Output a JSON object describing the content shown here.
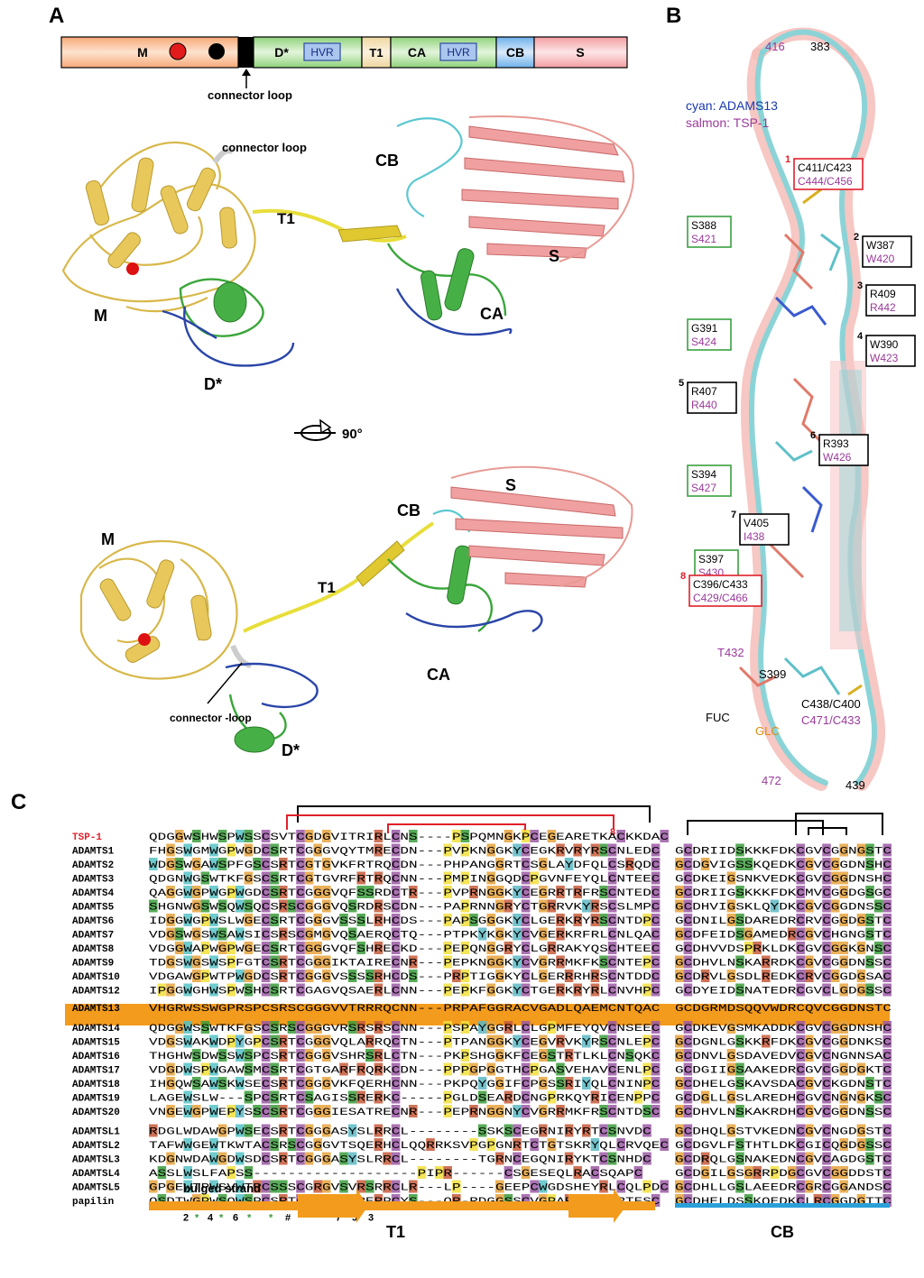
{
  "panels": {
    "a": "A",
    "b": "B",
    "c": "C"
  },
  "domain_bar": {
    "segments": [
      {
        "label": "M",
        "color": "#f7a877"
      },
      {
        "label": "D*",
        "color": "#a6dd8f"
      },
      {
        "label": "HVR",
        "color": "#aac6ee"
      },
      {
        "label": "T1",
        "color": "#f4e3b4"
      },
      {
        "label": "CA",
        "color": "#a6dd8f"
      },
      {
        "label": "HVR",
        "color": "#aac6ee"
      },
      {
        "label": "CB",
        "color": "#8fc1ee"
      },
      {
        "label": "S",
        "color": "#f4aeb0"
      }
    ],
    "connector_label": "connector loop"
  },
  "structure_top": {
    "labels": {
      "connector": "connector loop",
      "t1": "T1",
      "cb": "CB",
      "s": "S",
      "m": "M",
      "ca": "CA",
      "d": "D*"
    }
  },
  "rotation": {
    "label": "90°"
  },
  "structure_bottom": {
    "labels": {
      "m": "M",
      "t1": "T1",
      "cb": "CB",
      "s": "S",
      "ca": "CA",
      "connector": "connector -loop",
      "d": "D*"
    }
  },
  "panel_b": {
    "legend": {
      "cyan": "cyan: ADAMS13",
      "salmon": "salmon: TSP-1"
    },
    "residue_numbers": {
      "n416": "416",
      "n383": "383",
      "n472": "472",
      "n439": "439"
    },
    "boxes": [
      {
        "num": "1",
        "top": "C411/C423",
        "bottom": "C444/C456",
        "color": "red"
      },
      {
        "num": "",
        "top": "S388",
        "bottom": "S421",
        "color": "green"
      },
      {
        "num": "2",
        "top": "W387",
        "bottom": "W420",
        "color": "black"
      },
      {
        "num": "3",
        "top": "R409",
        "bottom": "R442",
        "color": "black"
      },
      {
        "num": "",
        "top": "G391",
        "bottom": "S424",
        "color": "green"
      },
      {
        "num": "4",
        "top": "W390",
        "bottom": "W423",
        "color": "black"
      },
      {
        "num": "5",
        "top": "R407",
        "bottom": "R440",
        "color": "black"
      },
      {
        "num": "6",
        "top": "R393",
        "bottom": "W426",
        "color": "black"
      },
      {
        "num": "",
        "top": "S394",
        "bottom": "S427",
        "color": "green"
      },
      {
        "num": "7",
        "top": "V405",
        "bottom": "I438",
        "color": "black"
      },
      {
        "num": "",
        "top": "S397",
        "bottom": "S430",
        "color": "green"
      },
      {
        "num": "8",
        "top": "C396/C433",
        "bottom": "C429/C466",
        "color": "red"
      }
    ],
    "free_labels": {
      "t432": "T432",
      "s399": "S399",
      "c438": "C438/C400",
      "c471": "C471/C433",
      "fuc": "FUC",
      "glc": "GLC"
    }
  },
  "alignment": {
    "rows": [
      {
        "name": "TSP-1",
        "t1": "QDGGWSHWSPWSSCSVTCGDGVITRIRLCNS----PSPQMNGKPCEGEARETKACKKDAC",
        "cb": ""
      },
      {
        "name": "ADAMTS1",
        "t1": "FHGSWGMWGPWGDCSRTCGGGVQYTMRECDN---PVPKNGGKYCEGKRVRYRSCNLEDC",
        "cb": "GCDRIIDSKKKFDKCGVCGGNGSTC"
      },
      {
        "name": "ADAMTS2",
        "t1": "WDGSWGAWSPFGSCSRTCGTGVKFRTRQCDN---PHPANGGRTCSGLAYDFQLCSRQDC",
        "cb": "GCDGVIGSSKQEDKCGVCGGDNSHC"
      },
      {
        "name": "ADAMTS3",
        "t1": "QDGNWGSWTKFGSCSRTCGTGVRFRTRQCNN---PMPINGGQDCPGVNFEYQLCNTEEC",
        "cb": "GCDKEIGSNKVEDKCGVCGGDNSHC"
      },
      {
        "name": "ADAMTS4",
        "t1": "QAGGWGPWGPWGDCSRTCGGGVQFSSRDCTR---PVPRNGGKYCEGRRTRFRSCNTEDC",
        "cb": "GCDRIIGSKKKFDKCMVCGGDGSGC"
      },
      {
        "name": "ADAMTS5",
        "t1": "SHGNWGSWSQWSQCSRSCGGGVQSRDRSCDN---PAPRNNGRYCTGRRVKYRSCSLMPC",
        "cb": "GCDHVIGSKLQYDKCGVCGGDNSSC"
      },
      {
        "name": "ADAMTS6",
        "t1": "IDGGWGPWSLWGECSRTCGGGVSSSLRHCDS---PAPSGGGKYCLGERKRYRSCNTDPC",
        "cb": "GCDNILGSDAREDRCRVCGGDGSTC"
      },
      {
        "name": "ADAMTS7",
        "t1": "VDGSWGSWSAWSICSRSCGMGVQSAERQCTQ---PTPKYKGKYCVGERKRFRLCNLQAC",
        "cb": "GCDFEIDSGAMEDRCGVCHGNGSTC"
      },
      {
        "name": "ADAMTS8",
        "t1": "VDGGWAPWGPWGECSRTCGGGVQFSHRECKD---PEPQNGGRYCLGRRAKYQSCHTEEC",
        "cb": "GCDHVVDSPRKLDKCGVCGGKGNSC"
      },
      {
        "name": "ADAMTS9",
        "t1": "TDGSWGSWSPFGTCSRTCGGGIKTAIRECNR---PEPKNGGKYCVGRRMKFKSCNTEPC",
        "cb": "GCDHVLNSKARRDKCGVCGGDNSSC"
      },
      {
        "name": "ADAMTS10",
        "t1": "VDGAWGPWTPWGDCSRTCGGGVSSSSRHCDS---PRPTIGGKYCLGERRRHRSCNTDDC",
        "cb": "GCDRVLGSDLREDKCRVCGGDGSAC"
      },
      {
        "name": "ADAMTS12",
        "t1": "IPGGWGHWSPWSHCSRTCGAGVQSAERLCNN---PEPKFGGKYCTGERKRYRLCNVHPC",
        "cb": "GCDYEIDSNATEDRCGVCLGDGSSC"
      },
      {
        "name": "ADAMTS13",
        "t1": "VHGRWSSWGPRSPCSRSCGGGVVTRRRQCNN---PRPAFGGRACVGADLQAEMCNTQAC",
        "cb": "GCDGRMDSQQVWDRCQVCGGDNSTC",
        "highlight": true
      },
      {
        "name": "ADAMTS14",
        "t1": "QDGGWSSWTKFGSCSRSCGGGVRSRSRSCNN---PSPAYGGRLCLGPMFEYQVCNSEEC",
        "cb": "GCDKEVGSMKADDKCGVCGGDNSHC"
      },
      {
        "name": "ADAMTS15",
        "t1": "VDGSWAKWDPYGPCSRTCGGGVQLARRQCTN---PTPANGGKYCEGVRVKYRSCNLEPC",
        "cb": "GCDGNLGSKKRFDKCGVCGGDNKSC"
      },
      {
        "name": "ADAMTS16",
        "t1": "THGHWSDWSSWSPCSRTCGGGVSHRSRLCTN---PKPSHGGKFCEGSTRTLKLCNSQKC",
        "cb": "GCDNVLGSDAVEDVCGVCNGNNSAC"
      },
      {
        "name": "ADAMTS17",
        "t1": "VDGDWSPWGAWSMCSRTCGTGARFRQRKCDN---PPPGPGGTHCPGASVEHAVCENLPC",
        "cb": "GCDGIIGSAAKEDRCGVCGGDGKTC"
      },
      {
        "name": "ADAMTS18",
        "t1": "IHGQWSAWSKWSECSRTCGGGVKFQERHCNN---PKPQYGGIFCPGSSRIYQLCNINPC",
        "cb": "GCDHELGSKAVSDACGVCKGDNSTC"
      },
      {
        "name": "ADAMTS19",
        "t1": "LAGEWSLW---SPCSRTCSAGISSRERKC-----PGLDSEARDCNGPRKQYRICENPPC",
        "cb": "GCDGLLGSLAREDHCGVCNGNGKSC"
      },
      {
        "name": "ADAMTS20",
        "t1": "VNGEWGPWEPYSSCSRTCGGGIESATRECNR---PEPRNGGNYCVGRRMKFRSCNTDSC",
        "cb": "GCDHVLNSKAKRDHCGVCGGDNSSC"
      },
      {
        "name": "ADAMTSL1",
        "t1": "RDGLWDAWGPWSECSRTCGGGASYSLRRCL--------SSKSCEGRNIRYRTCSNVDC",
        "cb": "GCDHQLGSTVKEDNCGVCNGDGSTC",
        "gap_before": true
      },
      {
        "name": "ADAMTSL2",
        "t1": "TAFWWGEWTKWTACSRSCGGGVTSQERHCLQQRRKSVPGPGNRTCTGTSKRYQLCRVQEC",
        "cb": "GCDGVLFSTHTLDKCGICQGDGSSC"
      },
      {
        "name": "ADAMTSL3",
        "t1": "KDGNWDAWGDWSDCSRTCGGGASYSLRRCL--------TGRNCEGQNIRYKTCSNHDC",
        "cb": "GCDRQLGSNAKEDNCGVCAGDGSTC"
      },
      {
        "name": "ADAMTSL4",
        "t1": "ASSLWSLFAPSS-------------------PIPR------CSGESEQLRACSQAPC",
        "cb": "GCDGILGSGRRPDGCGVCGGDDSTC"
      },
      {
        "name": "ADAMTSL5",
        "t1": "GPGEWTPWSVWTRCSSSCGRGVSVRSRRCLR---LP----GEEPCWGDSHEYRLCQLPDC",
        "cb": "GCDHLLGSLAEEDRCGRCGGANDSC"
      },
      {
        "name": "papilin",
        "t1": "QSDTWGPWSQWSPCSRTCGGGVSFRERPCYS---QR-RDGGSSCVGPARSHRSCRTESC",
        "cb": "GCDHELDSSKQEDKCLRCGGDGTTC"
      }
    ],
    "bottom_marks": [
      "2",
      "*",
      "4",
      "*",
      "6",
      "*",
      "*",
      "#",
      "7",
      "5",
      "3"
    ],
    "bulged_label": "bulged strand",
    "t1_label": "T1",
    "cb_label": "CB",
    "disulfide_nums": {
      "one": "1",
      "eight": "8"
    }
  },
  "colors": {
    "alignment_highlight": "#f29b1d",
    "t1_bar": "#f29b1d",
    "cb_bar": "#2aa0d8",
    "tsp_label": "#e0202a",
    "cyan": "#3cbcc4",
    "salmon": "#e89a94",
    "purple": "#9a3a9a"
  }
}
